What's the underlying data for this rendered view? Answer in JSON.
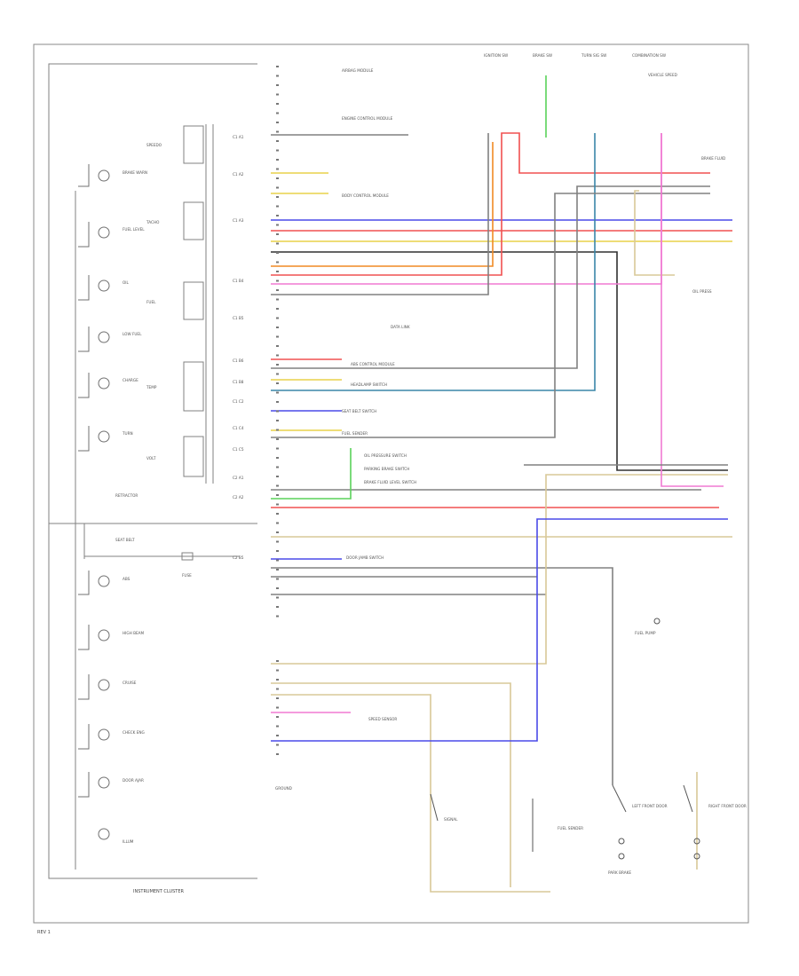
{
  "diagram": {
    "cluster_title": "INSTRUMENT CLUSTER",
    "page_tag": "REV 1",
    "fuse_label": "FUSE",
    "cluster_items": [
      "BRAKE WARN",
      "FUEL LEVEL",
      "OIL",
      "LOW FUEL",
      "CHARGE",
      "TURN",
      "RETRACTOR",
      "SEAT BELT",
      "ABS",
      "HIGH BEAM",
      "CRUISE",
      "CHECK ENG",
      "DOOR AJAR",
      "ILLUM"
    ],
    "gauges": [
      "SPEEDO",
      "TACHO",
      "FUEL",
      "TEMP",
      "VOLT"
    ],
    "left_pins": [
      "C1 A1",
      "C1 A2",
      "C1 A3",
      "C1 B4",
      "C1 B5",
      "C1 B6",
      "C1 B8",
      "C1 C2",
      "C1 C4",
      "C1 C5",
      "C2 A1",
      "C2 A2",
      "C2 B5"
    ],
    "top_components": [
      "IGNITION SW",
      "BRAKE SW",
      "TURN SIG SW",
      "COMBINATION SW"
    ],
    "notes": [
      "AIRBAG MODULE",
      "ENGINE CONTROL MODULE",
      "BODY CONTROL MODULE",
      "DATA LINK",
      "ABS CONTROL MODULE",
      "HEADLAMP SWITCH",
      "SEAT BELT SWITCH",
      "FUEL SENDER",
      "OIL PRESSURE SWITCH",
      "PARKING BRAKE SWITCH",
      "BRAKE FLUID LEVEL SWITCH",
      "DOOR JAMB SWITCH",
      "SPEED SENSOR",
      "GROUND",
      "SIGNAL"
    ],
    "right_connectors": [
      "BRAKE FLUID",
      "OIL PRESS",
      "FUEL PUMP",
      "VEHICLE SPEED"
    ],
    "bottom_components": [
      "LEFT FRONT DOOR",
      "RIGHT FRONT DOOR",
      "PARK BRAKE",
      "FUEL SENDER"
    ]
  },
  "colors": {
    "wire_gray": "#808080",
    "wire_dark": "#303030",
    "wire_yellow": "#e8d24a",
    "wire_red": "#f05050",
    "wire_orange": "#f08a24",
    "wire_blue": "#4a4ae8",
    "wire_green": "#5ad25a",
    "wire_pink": "#f07ad2",
    "wire_teal": "#3a86a8",
    "wire_tan": "#d8c898",
    "frame": "#8a8a8a"
  }
}
